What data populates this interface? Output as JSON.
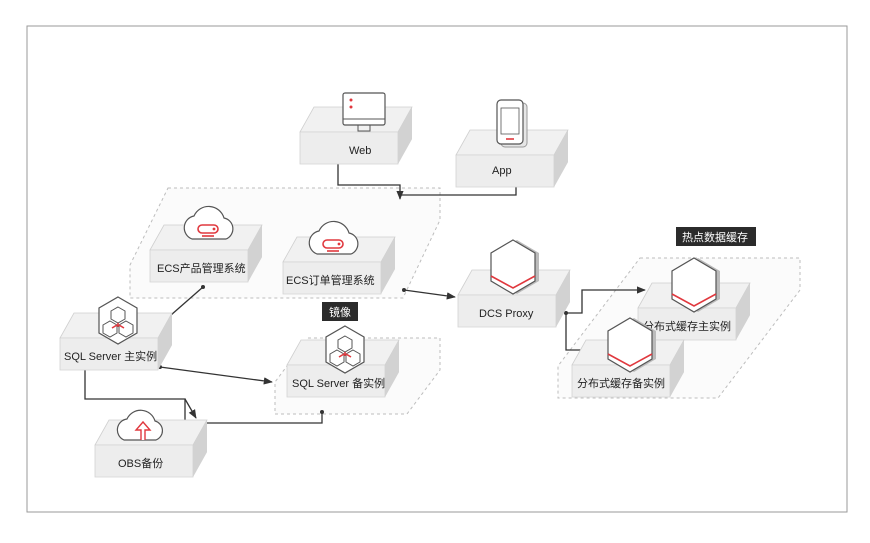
{
  "nodes": {
    "web": "Web",
    "app": "App",
    "ecs_product": "ECS产品管理系统",
    "ecs_order": "ECS订单管理系统",
    "dcs_proxy": "DCS Proxy",
    "sql_primary": "SQL Server 主实例",
    "sql_standby": "SQL Server 备实例",
    "obs_backup": "OBS备份",
    "cache_primary": "分布式缓存主实例",
    "cache_standby": "分布式缓存备实例"
  },
  "tags": {
    "mirror": "镜像",
    "hot_cache": "热点数据缓存"
  },
  "icons": {
    "web": "monitor-icon",
    "app": "phone-icon",
    "ecs": "cloud-server-icon",
    "sql": "database-cluster-icon",
    "dcs": "hexagon-cache-icon",
    "obs": "cloud-upload-icon"
  },
  "colors": {
    "accent": "#e0383e",
    "box_top": "#f3f3f3",
    "box_side": "#d9d9d9",
    "line": "#333333",
    "tag_bg": "#2b2b2b"
  }
}
